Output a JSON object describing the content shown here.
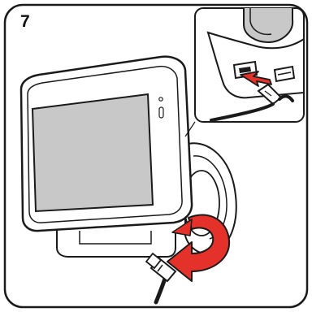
{
  "step": {
    "number": "7"
  },
  "illustration": {
    "icons": [
      "navigation-device",
      "suction-mount",
      "usb-cable",
      "usb-port",
      "push-arrow",
      "twist-arrow"
    ],
    "colors": {
      "accent_red": "#e4322b",
      "screen_gray": "#c8c8c8",
      "line": "#1a1a1a",
      "paper": "#ffffff"
    }
  }
}
